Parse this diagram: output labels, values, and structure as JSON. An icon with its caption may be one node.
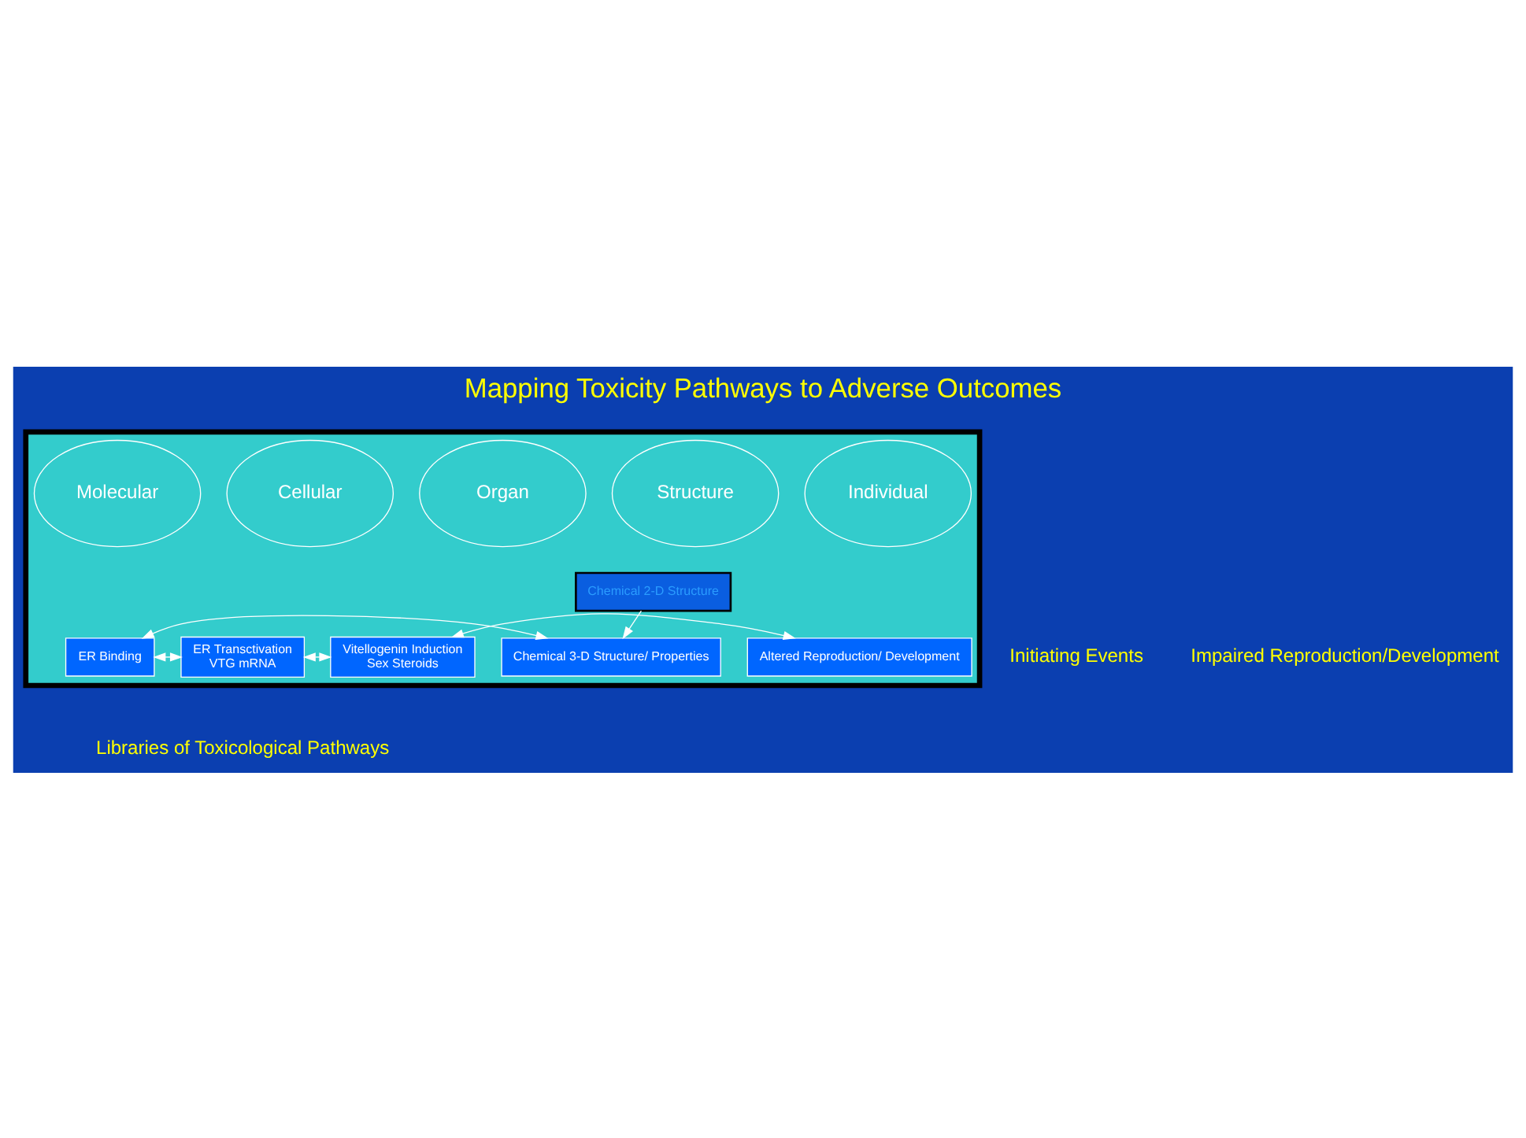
{
  "diagram": {
    "title": "Mapping Toxicity Pathways to Adverse Outcomes",
    "nodes": [
      {
        "text": [],
        "shape": "box"
      },
      {
        "text": [
          "Structure"
        ],
        "in": 0
      },
      {
        "text": [
          "Molecular"
        ],
        "in": 0
      },
      {
        "text": [
          "Cellular"
        ],
        "in": 0
      },
      {
        "text": [
          "Organ"
        ],
        "in": 0
      },
      {
        "text": [
          "Individual"
        ],
        "in": 0
      },
      {
        "text": [
          "Chemical 2-D Structure"
        ],
        "in": 0
      },
      {
        "text": [
          "Chemical 3-D Structure/ Properties"
        ],
        "in": 0
      },
      {
        "text": [
          "ER Binding"
        ],
        "in": 0
      },
      {
        "text": [
          "ER Transctivation",
          "VTG mRNA"
        ],
        "in": 0
      },
      {
        "text": [
          "Vitellogenin Induction",
          "Sex Steroids"
        ],
        "in": 0
      },
      {
        "text": [
          "Altered Reproduction/ Development"
        ],
        "in": 0
      }
    ],
    "edges": [
      {
        "from": 6,
        "to": 7,
        "arrow": "to"
      },
      {
        "from": 7,
        "to": 8,
        "arrow": "both"
      },
      {
        "from": 8,
        "to": 9,
        "arrow": "both"
      },
      {
        "from": 9,
        "to": 10,
        "arrow": "both"
      },
      {
        "from": 10,
        "to": 11,
        "arrow": "both"
      }
    ],
    "labels": [
      "Initiating Events",
      "Impaired Reproduction/Development",
      "Libraries of Toxicological Pathways"
    ]
  }
}
